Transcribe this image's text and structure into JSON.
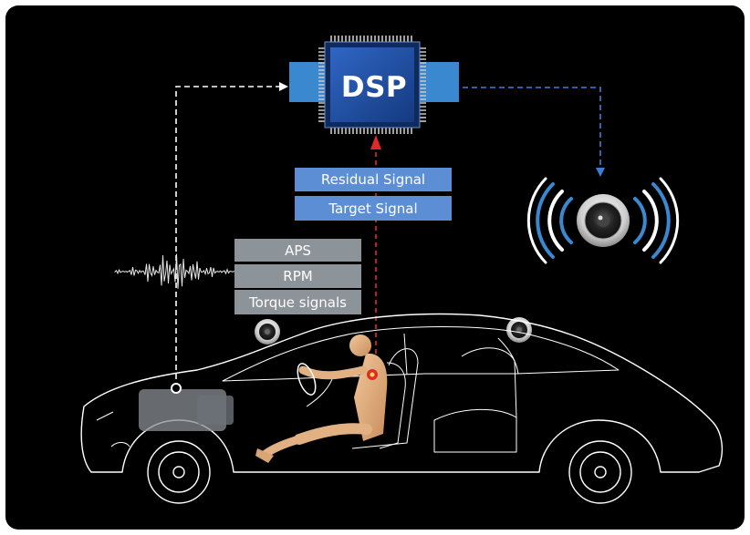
{
  "dsp": {
    "label": "DSP"
  },
  "feedback": {
    "residual": "Residual Signal",
    "target": "Target Signal"
  },
  "inputs": {
    "aps": "APS",
    "rpm": "RPM",
    "torque": "Torque signals"
  },
  "colors": {
    "background": "#000000",
    "chip": "#1f4fa3",
    "chip_side": "#3a88cf",
    "label_blue": "#5b8ed4",
    "label_grey": "#8c9399",
    "path_white": "#ffffff",
    "path_blue": "#3a7fd9",
    "path_red": "#e02a2a",
    "car_outline": "#ffffff"
  },
  "icons": [
    "dsp-chip-icon",
    "speaker-icon",
    "sound-wave-icon",
    "car-outline-icon",
    "driver-figure-icon",
    "mic-sensor-icon"
  ]
}
